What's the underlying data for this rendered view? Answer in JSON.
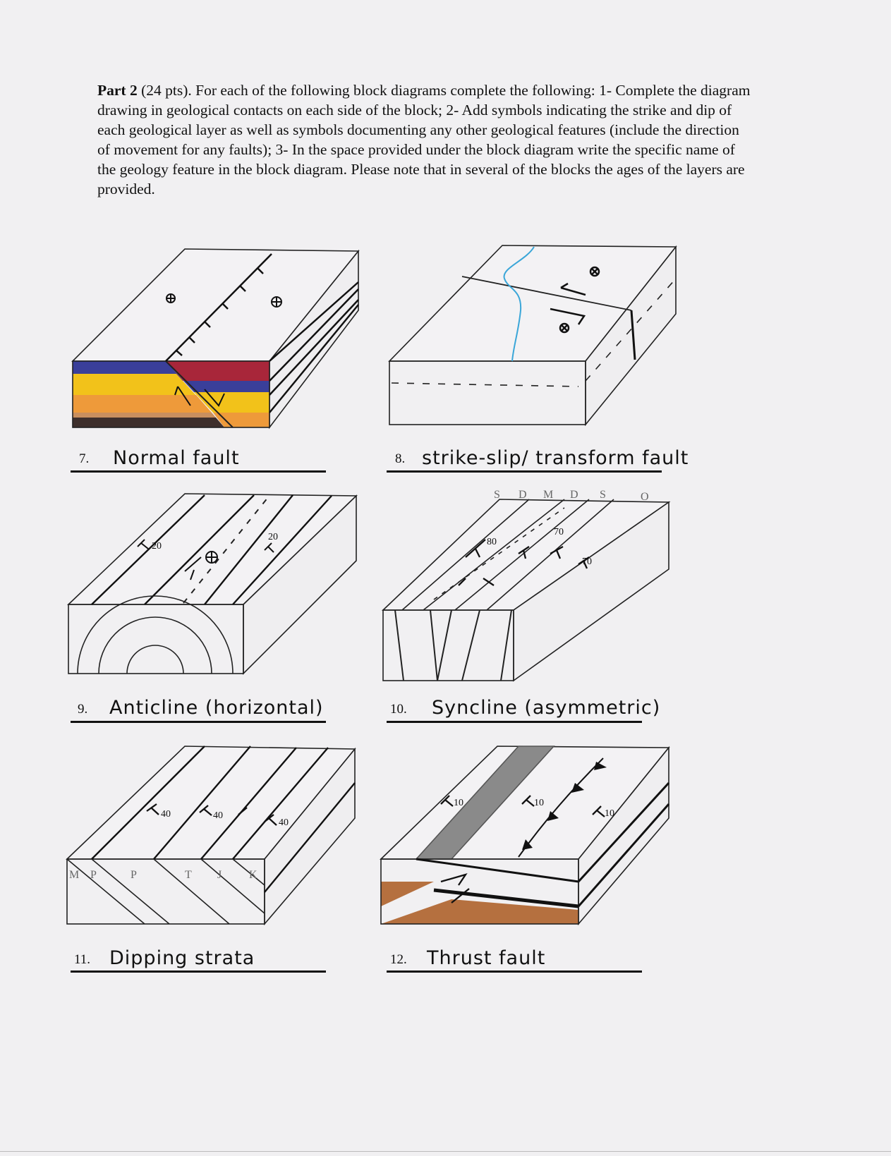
{
  "instructions": {
    "part_label": "Part 2",
    "text": " (24 pts). For each of the following block diagrams complete the following: 1- Complete the diagram drawing in geological contacts on each side of the block; 2- Add symbols indicating the strike and dip of each geological layer as well as symbols documenting any other geological features (include the direction of movement for any faults); 3- In the space provided under the block diagram write the specific name of the geology feature in the block diagram. Please note that in several of the blocks the ages of the layers are provided."
  },
  "questions": [
    {
      "number": "7.",
      "answer": "Normal fault"
    },
    {
      "number": "8.",
      "answer": "strike-slip/ transform fault"
    },
    {
      "number": "9.",
      "answer": "Anticline (horizontal)"
    },
    {
      "number": "10.",
      "answer": "Syncline (asymmetric)"
    },
    {
      "number": "11.",
      "answer": "Dipping strata"
    },
    {
      "number": "12.",
      "answer": "Thrust fault"
    }
  ],
  "block9": {
    "dips": [
      "20",
      "20"
    ]
  },
  "block10": {
    "layer_labels": [
      "S",
      "D",
      "M",
      "D",
      "S",
      "O"
    ],
    "dips": [
      "80",
      "70",
      "70"
    ]
  },
  "block11": {
    "layer_labels": [
      "M",
      "P",
      "P",
      "T",
      "J",
      "K"
    ],
    "dips": [
      "40",
      "40",
      "40"
    ]
  },
  "block12": {
    "dips": [
      "10",
      "10",
      "10"
    ]
  },
  "colors": {
    "blue": "#3a3f9a",
    "red": "#a8263a",
    "yellow": "#f2c21a",
    "orange": "#ee9a3a",
    "tan": "#c98f5e",
    "brown": "#3e2f2c",
    "river": "#3aa6d8",
    "thrust_brown": "#b5703f"
  }
}
